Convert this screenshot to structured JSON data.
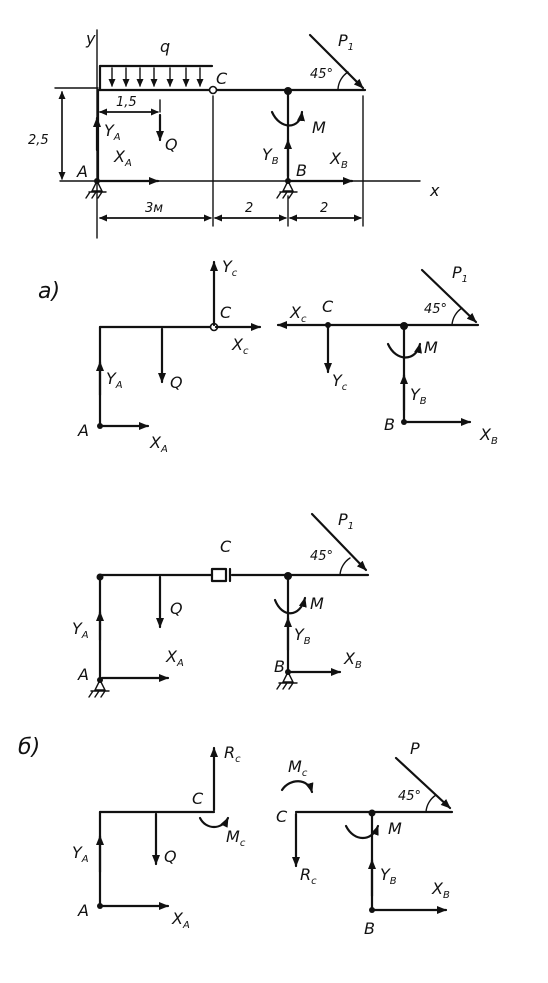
{
  "top": {
    "axis_y": "y",
    "axis_x": "x",
    "q": "q",
    "C": "C",
    "P1": "P",
    "P1_sub": "1",
    "angle": "45°",
    "dim_25": "2,5",
    "dim_15": "1,5",
    "YA": "Y",
    "YA_sub": "A",
    "XA": "X",
    "XA_sub": "A",
    "Q": "Q",
    "A": "A",
    "M": "M",
    "YB": "Y",
    "YB_sub": "B",
    "B": "B",
    "XB": "X",
    "XB_sub": "B",
    "dim_3m": "3м",
    "dim_2a": "2",
    "dim_2b": "2"
  },
  "sec_a": {
    "label": "а)",
    "YC": "Y",
    "YC_sub": "c",
    "C": "C",
    "XC": "X",
    "XC_sub": "c",
    "YA": "Y",
    "YA_sub": "A",
    "Q": "Q",
    "A": "A",
    "XA": "X",
    "XA_sub": "A",
    "XC2": "X",
    "XC2_sub": "c",
    "C2": "C",
    "P1": "P",
    "P1_sub": "1",
    "angle": "45°",
    "YC2": "Y",
    "YC2_sub": "c",
    "M": "M",
    "YB": "Y",
    "YB_sub": "B",
    "B": "B",
    "XB": "X",
    "XB_sub": "B"
  },
  "mid": {
    "C": "C",
    "P1": "P",
    "P1_sub": "1",
    "angle": "45°",
    "Q": "Q",
    "M": "M",
    "YA": "Y",
    "YA_sub": "A",
    "YB": "Y",
    "YB_sub": "B",
    "A": "A",
    "XA": "X",
    "XA_sub": "A",
    "B": "B",
    "XB": "X",
    "XB_sub": "B"
  },
  "sec_b": {
    "label": "б)",
    "RC": "R",
    "RC_sub": "c",
    "C": "C",
    "MC": "M",
    "MC_sub": "c",
    "YA": "Y",
    "YA_sub": "A",
    "Q": "Q",
    "A": "A",
    "XA": "X",
    "XA_sub": "A",
    "MC2": "M",
    "MC2_sub": "c",
    "C2": "C",
    "RC2": "R",
    "RC2_sub": "c",
    "P1": "P",
    "angle": "45°",
    "M": "M",
    "YB": "Y",
    "YB_sub": "B",
    "B": "B",
    "XB": "X",
    "XB_sub": "B"
  }
}
